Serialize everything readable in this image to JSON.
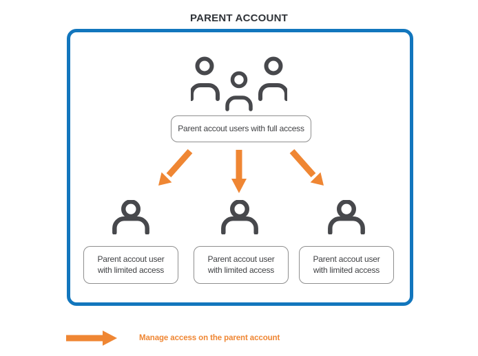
{
  "title": "PARENT ACCOUNT",
  "colors": {
    "blue": "#1276BD",
    "orange": "#EF8633",
    "icon": "#47484C",
    "box_border": "#8E8E8E",
    "text": "#3F4043",
    "title_color": "#2F3338"
  },
  "full_access_box": {
    "label": "Parent accout users with full access"
  },
  "limited_boxes": [
    {
      "label": "Parent accout user with limited access"
    },
    {
      "label": "Parent accout user with limited access"
    },
    {
      "label": "Parent accout user with limited access"
    }
  ],
  "icons": {
    "group": "users-group-icon",
    "user": "user-icon",
    "arrows": [
      "arrow-down-left-icon",
      "arrow-down-icon",
      "arrow-down-right-icon"
    ],
    "legend_arrow": "arrow-right-icon"
  },
  "legend": {
    "label": "Manage access on the parent account"
  }
}
